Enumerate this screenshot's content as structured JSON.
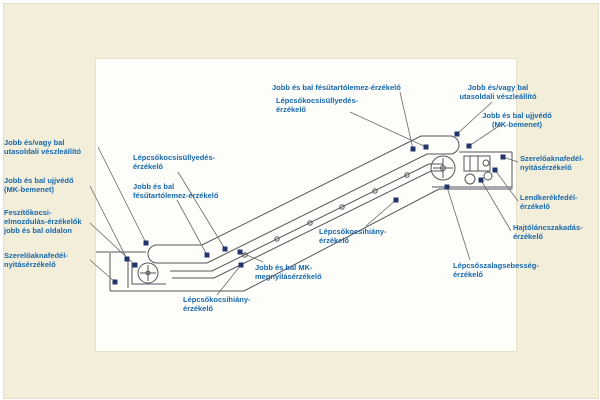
{
  "diagram": {
    "type": "escalator-sensor-schematic",
    "colors": {
      "background": "#f3eeda",
      "panel": "#fdfdfa",
      "label_text": "#1668ad",
      "drawing_line": "#55555a",
      "leader_line": "#6a6a6a",
      "sensor_marker": "#24356d"
    },
    "labels": {
      "left_emergency_stop": "Jobb és/vagy bal\nutasoldali vészleállító",
      "left_finger_guard": "Jobb és bal ujjvédő\n(MK-bemenet)",
      "tension_carriage": "Feszítőkocsi-\nelmozdulás-érzékelők\njobb és bal oldalon",
      "left_pit_cover": "Szerelőaknafedél-\nnyitásérzékelő",
      "left_step_sag": "Lépcsőkocsisüllyedés-\nérzékelő",
      "left_comb_plate": "Jobb és bal\nfésűtartólemez-érzékelő",
      "lower_missing_step": "Lépcsőkocsihiány-\nérzékelő",
      "mk_opening": "Jobb és bal MK-\nmegnyílásérzékelő",
      "top_comb_plate": "Jobb és bal fésűtartólemez-érzékelő",
      "top_step_sag": "Lépcsőkocsisüllyedés-\nérzékelő",
      "right_emergency_stop": "Jobb és/vagy bal\nutasoldali vészleállító",
      "right_finger_guard": "Jobb és bal ujjvédő\n(MK-bemenet)",
      "right_pit_cover": "Szerelőaknafedél-\nnyitásérzékelő",
      "flywheel_cover": "Lendkerékfedél-\nérzékelő",
      "drive_chain_break": "Hajtóláncszakadás-\nérzékelő",
      "step_band_speed": "Lépcsőszalagsebesség-\nérzékelő",
      "upper_missing_step": "Lépcsőkocsihiány-\nérzékelő"
    }
  }
}
